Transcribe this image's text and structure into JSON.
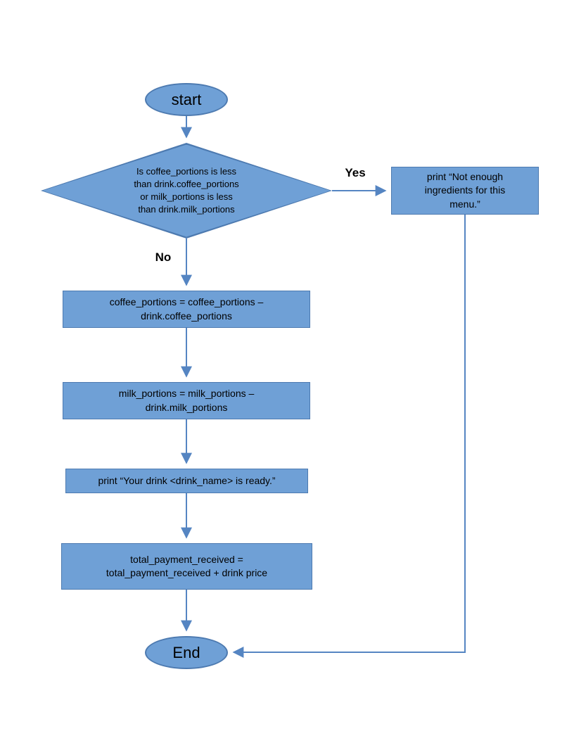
{
  "diagram": {
    "title": "coffee machine order flowchart",
    "nodes": {
      "start": {
        "label": "start"
      },
      "decision": {
        "text": "Is coffee_portions is less\nthan drink.coffee_portions\nor milk_portions is less\nthan drink.milk_portions"
      },
      "not_enough": {
        "text": "print “Not enough\ningredients for this\nmenu.”"
      },
      "subtract_coffee": {
        "text": "coffee_portions = coffee_portions –\ndrink.coffee_portions"
      },
      "subtract_milk": {
        "text": "milk_portions = milk_portions –\ndrink.milk_portions"
      },
      "print_ready": {
        "text": "print “Your drink <drink_name> is ready.”"
      },
      "total_payment": {
        "text": "total_payment_received =\ntotal_payment_received + drink price"
      },
      "end": {
        "label": "End"
      }
    },
    "edges": {
      "yes_label": "Yes",
      "no_label": "No"
    },
    "colors": {
      "node_fill": "#6FA0D6",
      "node_stroke": "#4D7AB0",
      "arrow": "#5585C2",
      "text": "#000000"
    }
  }
}
